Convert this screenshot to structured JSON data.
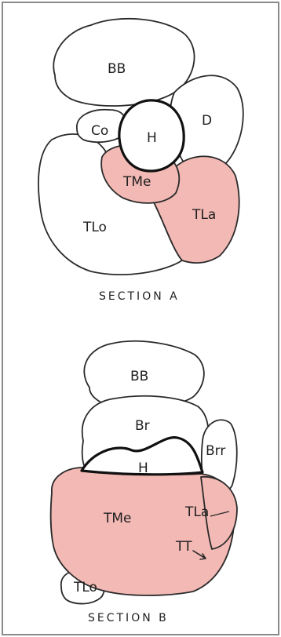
{
  "colors": {
    "highlight": "#f3b9b4",
    "frame": "#8a8a8a",
    "line": "#2a2a2a",
    "background": "#ffffff"
  },
  "section_a": {
    "caption": "SECTION  A",
    "labels": {
      "bb": "BB",
      "co": "Co",
      "h": "H",
      "d": "D",
      "tme": "TMe",
      "tla": "TLa",
      "tlo": "TLo"
    }
  },
  "section_b": {
    "caption": "SECTION  B",
    "labels": {
      "bb": "BB",
      "br": "Br",
      "brr": "Brr",
      "h": "H",
      "tla": "TLa",
      "tme": "TMe",
      "tt": "TT",
      "tlo": "TLo"
    }
  }
}
